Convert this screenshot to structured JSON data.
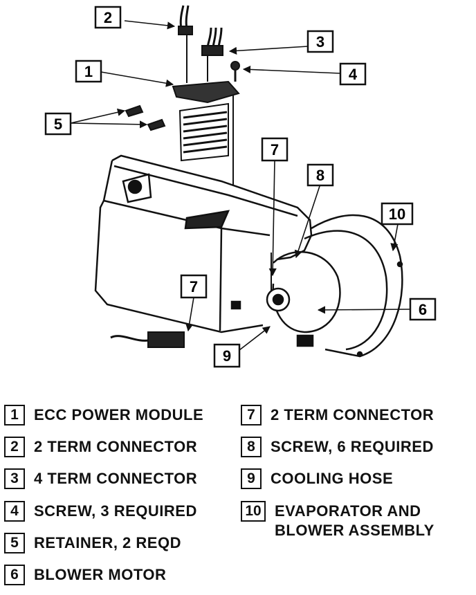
{
  "callouts": [
    "2",
    "3",
    "1",
    "4",
    "5",
    "7",
    "8",
    "10",
    "7",
    "6",
    "9"
  ],
  "legend": {
    "left": [
      {
        "num": "1",
        "text": "ECC POWER MODULE"
      },
      {
        "num": "2",
        "text": "2 TERM CONNECTOR"
      },
      {
        "num": "3",
        "text": "4 TERM CONNECTOR"
      },
      {
        "num": "4",
        "text": "SCREW, 3 REQUIRED"
      },
      {
        "num": "5",
        "text": "RETAINER, 2 REQD"
      },
      {
        "num": "6",
        "text": "BLOWER MOTOR"
      }
    ],
    "right": [
      {
        "num": "7",
        "text": "2 TERM CONNECTOR"
      },
      {
        "num": "8",
        "text": "SCREW, 6 REQUIRED"
      },
      {
        "num": "9",
        "text": "COOLING HOSE"
      },
      {
        "num": "10",
        "text": "EVAPORATOR AND\nBLOWER ASSEMBLY"
      }
    ]
  }
}
